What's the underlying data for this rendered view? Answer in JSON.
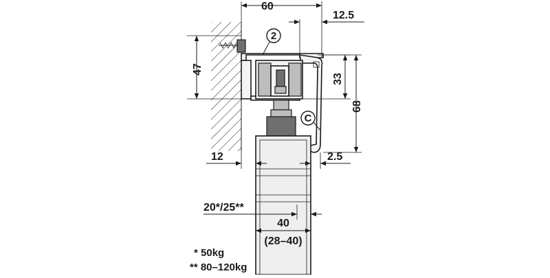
{
  "diagram": {
    "dimensions": {
      "top_width": "60",
      "top_right": "12.5",
      "left_height": "47",
      "inner_height": "33",
      "total_height": "68",
      "wall_offset": "12",
      "right_gap": "2.5",
      "door_thickness": "20*/25**",
      "panel_width": "40",
      "panel_range": "(28–40)"
    },
    "callouts": {
      "part_2": "2",
      "part_c": "C"
    },
    "notes": {
      "note_1": "* 50kg",
      "note_2": "** 80–120kg"
    }
  }
}
